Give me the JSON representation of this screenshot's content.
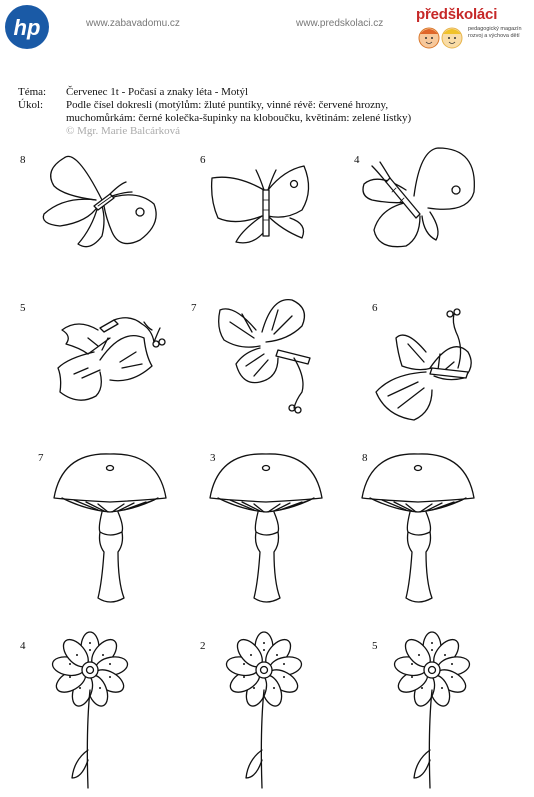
{
  "header": {
    "url_left": "www.zabavadomu.cz",
    "url_right": "www.predskolaci.cz",
    "brand_name": "předškoláci",
    "brand_sub": "pedagogický magazín rozvoj a výchova dětí",
    "logo": "hp-logo"
  },
  "task": {
    "tema_label": "Téma:",
    "tema_text": "Červenec 1t - Počasí a znaky léta - Motýl",
    "ukol_label": "Úkol:",
    "ukol_line1": "Podle čísel dokresli (motýlům: žluté puntíky, vinné révě: červené hrozny,",
    "ukol_line2": "muchomůrkám: černé kolečka-šupinky na kloboučku, květinám: zelené lístky)",
    "copyright": "© Mgr. Marie Balcárková"
  },
  "rows": {
    "butterflies": [
      "8",
      "6",
      "4"
    ],
    "vines": [
      "5",
      "7",
      "6"
    ],
    "mushrooms": [
      "7",
      "3",
      "8"
    ],
    "flowers": [
      "4",
      "2",
      "5"
    ]
  }
}
